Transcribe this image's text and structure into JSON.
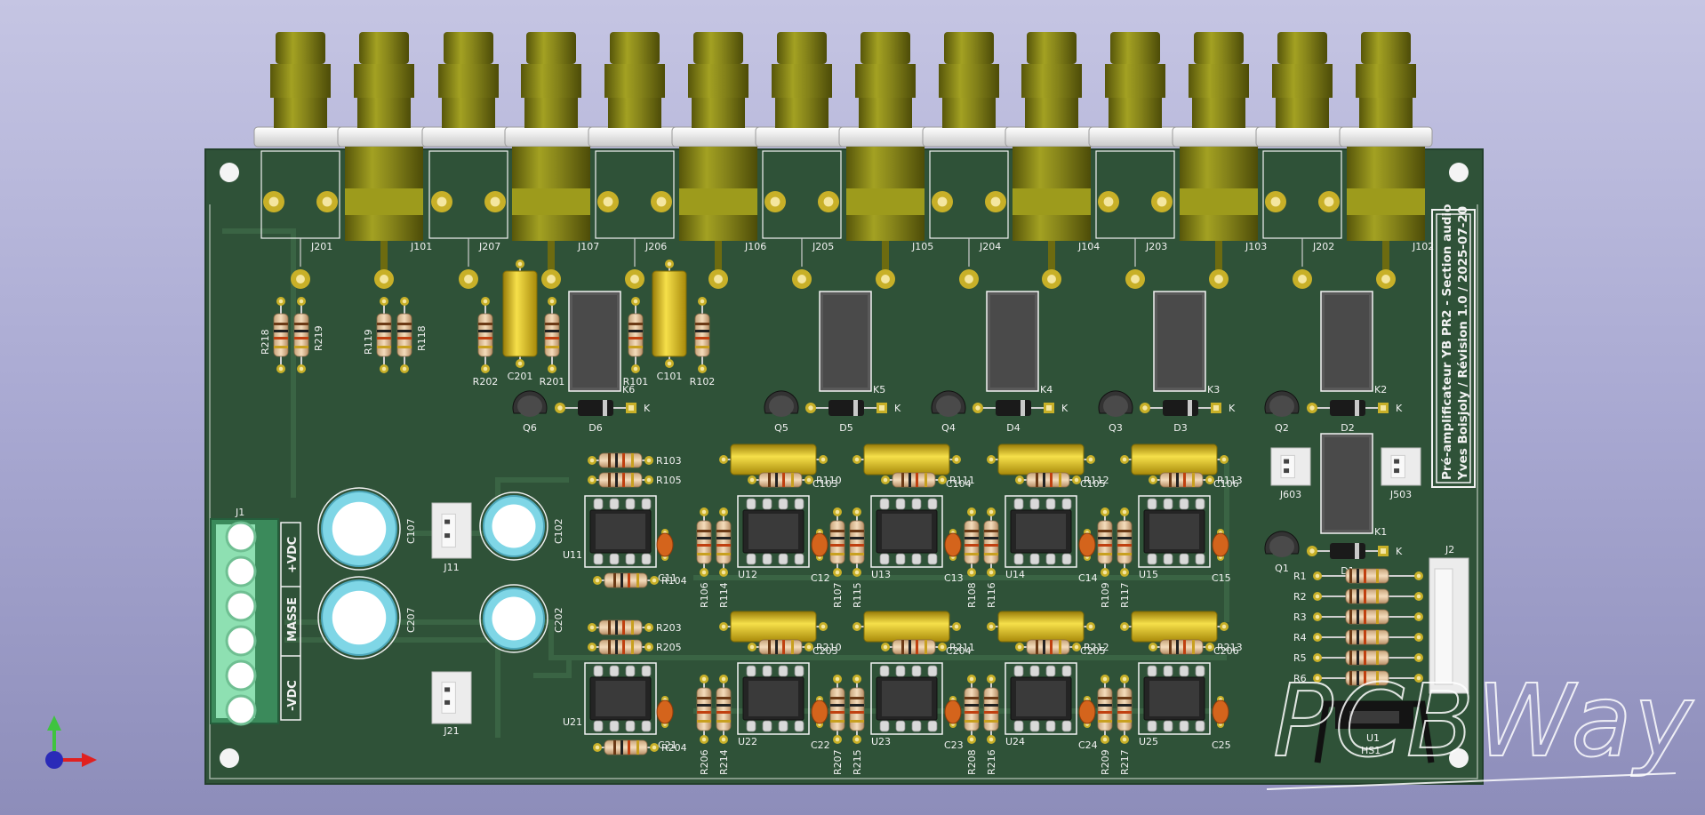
{
  "title_block": {
    "line1": "Pré-amplificateur YB PR2 - Section audio",
    "line2": "Yves Boisjoly / Révision 1.0 / 2025-07-20"
  },
  "watermark": "PCBWay",
  "connectors": {
    "bnc_top": [
      "J201",
      "J101",
      "J207",
      "J107",
      "J206",
      "J106",
      "J205",
      "J105",
      "J204",
      "J104",
      "J203",
      "J103",
      "J202",
      "J102"
    ]
  },
  "power_terminal": {
    "ref": "J1",
    "labels": [
      "+VDC",
      "MASSE",
      "-VDC"
    ]
  },
  "output_header": {
    "ref": "J2"
  },
  "small_connectors": [
    "J11",
    "J21",
    "J603",
    "J503"
  ],
  "caps_electrolytic": [
    "C107",
    "C207",
    "C102",
    "C202"
  ],
  "caps_film_large": [
    "C201",
    "C101"
  ],
  "relays": [
    {
      "ref": "K6",
      "transistor": "Q6",
      "diode": "D6"
    },
    {
      "ref": "K5",
      "transistor": "Q5",
      "diode": "D5"
    },
    {
      "ref": "K4",
      "transistor": "Q4",
      "diode": "D4"
    },
    {
      "ref": "K3",
      "transistor": "Q3",
      "diode": "D3"
    },
    {
      "ref": "K2",
      "transistor": "Q2",
      "diode": "D2"
    },
    {
      "ref": "K1",
      "transistor": "Q1",
      "diode": "D1"
    }
  ],
  "resistors_top": [
    "R218",
    "R219",
    "R119",
    "R118",
    "R202",
    "R201",
    "R101",
    "R102"
  ],
  "upper_stage": {
    "input": {
      "ic": "U11",
      "cap": "C11",
      "res_top": [
        "R103",
        "R105"
      ],
      "res_bottom": "R104"
    },
    "stages": [
      {
        "ic": "U12",
        "cap": "C12",
        "film": "C103",
        "res_top": "R110",
        "res_v": [
          "R106",
          "R114"
        ]
      },
      {
        "ic": "U13",
        "cap": "C13",
        "film": "C104",
        "res_top": "R111",
        "res_v": [
          "R107",
          "R115"
        ]
      },
      {
        "ic": "U14",
        "cap": "C14",
        "film": "C105",
        "res_top": "R112",
        "res_v": [
          "R108",
          "R116"
        ]
      },
      {
        "ic": "U15",
        "cap": "C15",
        "film": "C106",
        "res_top": "R113",
        "res_v": [
          "R109",
          "R117"
        ]
      }
    ]
  },
  "lower_stage": {
    "input": {
      "ic": "U21",
      "cap": "C21",
      "res_top": [
        "R203",
        "R205"
      ],
      "res_bottom": "R204"
    },
    "stages": [
      {
        "ic": "U22",
        "cap": "C22",
        "film": "C203",
        "res_top": "R210",
        "res_v": [
          "R206",
          "R214"
        ]
      },
      {
        "ic": "U23",
        "cap": "C23",
        "film": "C204",
        "res_top": "R211",
        "res_v": [
          "R207",
          "R215"
        ]
      },
      {
        "ic": "U24",
        "cap": "C24",
        "film": "C205",
        "res_top": "R212",
        "res_v": [
          "R208",
          "R216"
        ]
      },
      {
        "ic": "U25",
        "cap": "C25",
        "film": "C206",
        "res_top": "R213",
        "res_v": [
          "R209",
          "R217"
        ]
      }
    ]
  },
  "resistor_bank": [
    "R1",
    "R2",
    "R3",
    "R4",
    "R5",
    "R6"
  ],
  "regulator": {
    "ref": "U1",
    "heatsink": "HS1"
  },
  "colors": {
    "board": "#2f5238",
    "silkscreen": "#f2f2f2",
    "bnc": "#7c7a12",
    "pad": "#c8b028",
    "film_cap": "#e6c51a",
    "ceramic_cap": "#d4641c",
    "electrolytic": "#7fd6e6",
    "resistor": "#e9c9a0"
  }
}
